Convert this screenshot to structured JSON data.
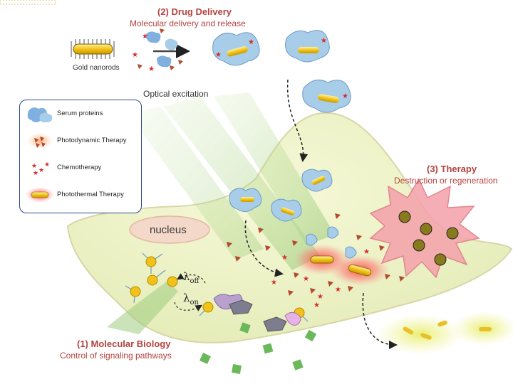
{
  "drug_delivery": {
    "title": "(2) Drug Delivery",
    "subtitle": "Molecular delivery and release"
  },
  "gold_nanorods_label": "Gold nanorods",
  "optical_excitation_label": "Optical excitation",
  "therapy": {
    "title": "(3) Therapy",
    "subtitle": "Destruction or regeneration"
  },
  "molecular_biology": {
    "title": "(1) Molecular Biology",
    "subtitle": "Control of signaling pathways"
  },
  "nucleus_label": "nucleus",
  "lambda": {
    "off_symbol": "λ",
    "off_sub": "off",
    "on_symbol": "λ",
    "on_sub": "on"
  },
  "legend": {
    "items": [
      {
        "label": "Serum proteins",
        "icon": "serum-protein-icon"
      },
      {
        "label": "Photodynamic Therapy",
        "icon": "photodynamic-icon"
      },
      {
        "label": "Chemotherapy",
        "icon": "chemotherapy-star-icon"
      },
      {
        "label": "Photothermal Therapy",
        "icon": "photothermal-rod-icon"
      }
    ]
  },
  "colors": {
    "heading": "#b5433e",
    "legend_border": "#2a4b8f",
    "cell_fill": "#eef4c9",
    "gold_rod": "#f2c21a",
    "star_red": "#d72a2a",
    "triangle": "#b34a2e",
    "serum_blue": "#7fb0e0",
    "burst_pink": "#f4a6ad",
    "green_beam": "#a7d08a"
  }
}
